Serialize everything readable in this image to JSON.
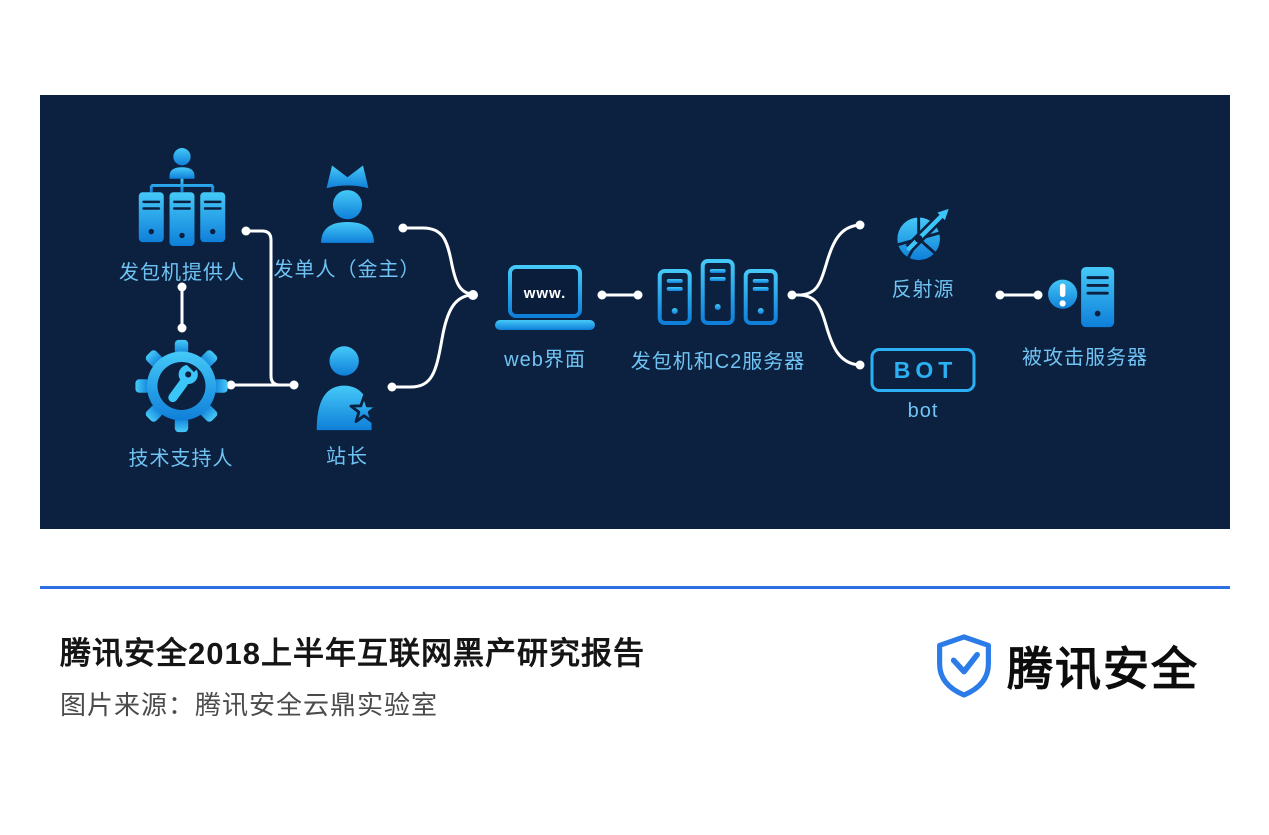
{
  "diagram": {
    "nodes": {
      "provider": {
        "label": "发包机提供人"
      },
      "issuer": {
        "label": "发单人（金主）"
      },
      "support": {
        "label": "技术支持人"
      },
      "webmaster": {
        "label": "站长"
      },
      "web_ui": {
        "label": "web界面",
        "screen_text": "www."
      },
      "c2": {
        "label": "发包机和C2服务器"
      },
      "reflector": {
        "label": "反射源"
      },
      "bot": {
        "label": "bot",
        "box_text": "BOT"
      },
      "victim": {
        "label": "被攻击服务器"
      }
    }
  },
  "footer": {
    "title": "腾讯安全2018上半年互联网黑产研究报告",
    "source": "图片来源：腾讯安全云鼎实验室",
    "brand": "腾讯安全"
  },
  "colors": {
    "panel_bg": "#0c2140",
    "icon_blue_light": "#45c9f8",
    "icon_blue_dark": "#0f7fd9",
    "label_blue": "#70c4f4",
    "connector": "#ffffff",
    "divider_blue": "#2f6fe6",
    "brand_blue": "#2b7ce9"
  }
}
